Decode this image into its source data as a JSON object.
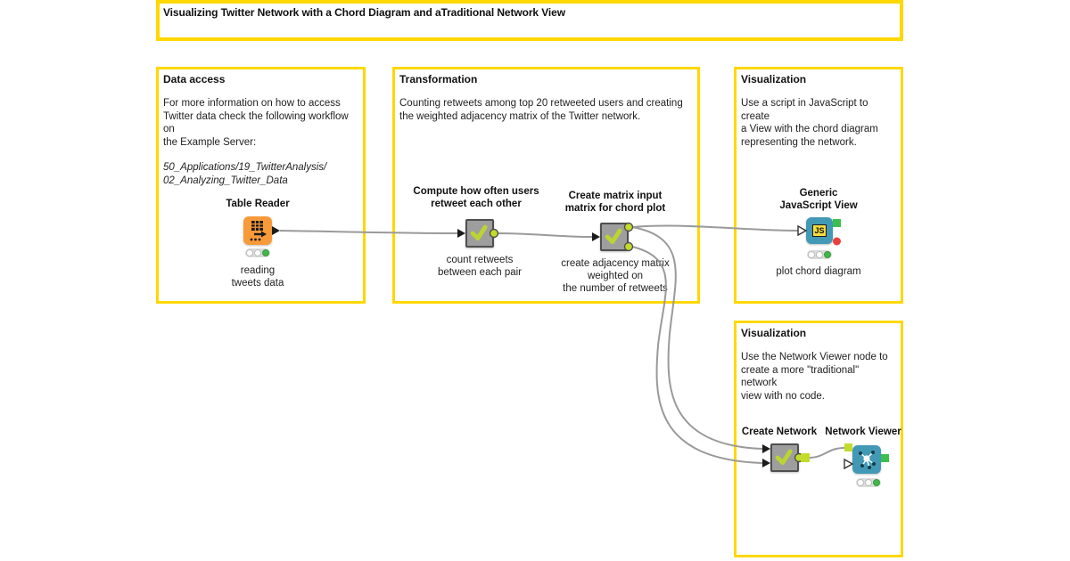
{
  "title": {
    "text": "Visualizing Twitter Network with a Chord Diagram and aTraditional Network View"
  },
  "annotations": {
    "data_access": {
      "title": "Data access",
      "body": "For more information on how to access\nTwitter data check the following workflow on\nthe Example Server:",
      "path": "50_Applications/19_TwitterAnalysis/\n02_Analyzing_Twitter_Data"
    },
    "transformation": {
      "title": "Transformation",
      "body": "Counting retweets among top 20 retweeted users and creating\nthe weighted adjacency matrix of the Twitter network."
    },
    "visualization_chord": {
      "title": "Visualization",
      "body": "Use a script in JavaScript to create\na View with the chord diagram\nrepresenting the network."
    },
    "visualization_network": {
      "title": "Visualization",
      "body": "Use the Network Viewer node to\ncreate a more \"traditional\" network\nview with no code."
    }
  },
  "nodes": {
    "table_reader": {
      "name": "Table Reader",
      "comment": "reading\ntweets data"
    },
    "compute_retweets": {
      "name": "Compute how often users\nretweet each other",
      "comment": "count retweets\nbetween each pair"
    },
    "create_matrix": {
      "name": "Create matrix input\nmatrix for chord plot",
      "comment": "create adjacency matrix\nweighted on\nthe number of retweets"
    },
    "generic_js_view": {
      "name": "Generic\nJavaScript View",
      "comment": "plot chord diagram",
      "badge": "JS"
    },
    "create_network": {
      "name": "Create Network"
    },
    "network_viewer": {
      "name": "Network Viewer"
    }
  },
  "colors": {
    "annotation_border": "#FFD800",
    "node_orange": "#F89A39",
    "node_gray": "#9E9E9E",
    "node_teal": "#4299B6",
    "check_lime": "#BCD433",
    "port_lime": "#C3DB2A",
    "port_green": "#3DBE4E",
    "port_red": "#E8413C",
    "wire_gray": "#9A9A9A",
    "traffic_green": "#43B649"
  }
}
